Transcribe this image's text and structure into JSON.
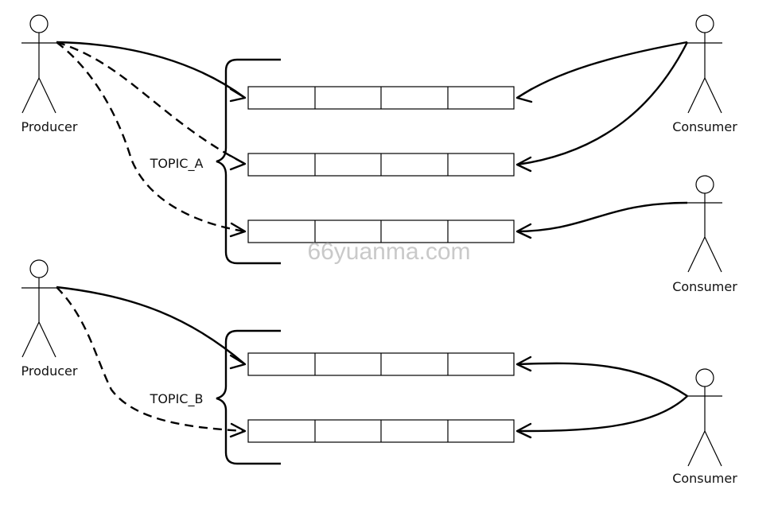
{
  "diagram": {
    "actors": [
      {
        "id": "producer-a",
        "label": "Producer",
        "role": "producer"
      },
      {
        "id": "consumer-a1",
        "label": "Consumer",
        "role": "consumer"
      },
      {
        "id": "consumer-a2",
        "label": "Consumer",
        "role": "consumer"
      },
      {
        "id": "producer-b",
        "label": "Producer",
        "role": "producer"
      },
      {
        "id": "consumer-b1",
        "label": "Consumer",
        "role": "consumer"
      }
    ],
    "topics": [
      {
        "id": "topic-a",
        "label": "TOPIC_A",
        "queues": 3,
        "cells_per_queue": 4
      },
      {
        "id": "topic-b",
        "label": "TOPIC_B",
        "queues": 2,
        "cells_per_queue": 4
      }
    ],
    "watermark": "66yuanma.com"
  }
}
